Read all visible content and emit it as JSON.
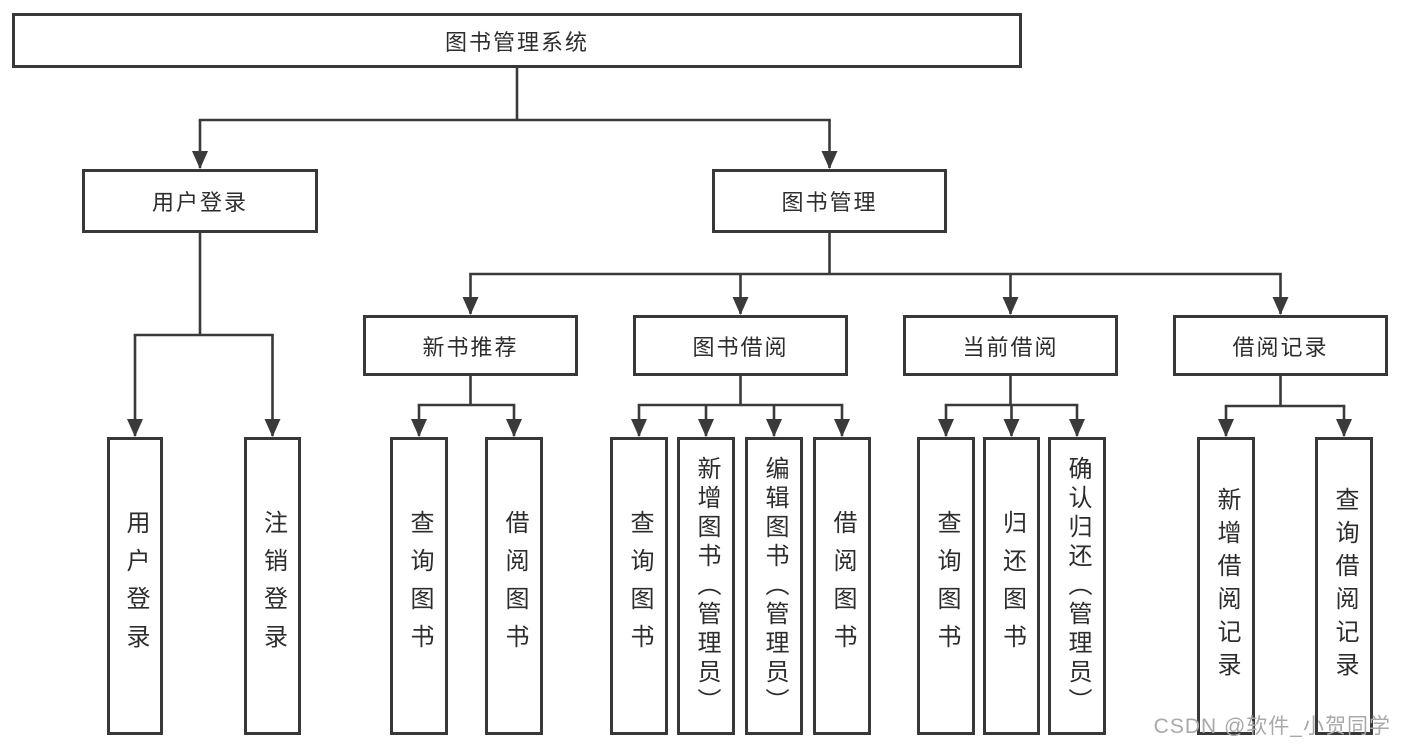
{
  "nodes": {
    "root": {
      "label": "图书管理系统",
      "children": [
        "user_login",
        "book_mgmt"
      ]
    },
    "user_login": {
      "label": "用户登录",
      "children": [
        "login",
        "logout"
      ]
    },
    "book_mgmt": {
      "label": "图书管理",
      "children": [
        "new_book_rec",
        "book_borrow",
        "current_borrow",
        "borrow_records"
      ]
    },
    "new_book_rec": {
      "label": "新书推荐",
      "children": [
        "nb_query",
        "nb_borrow"
      ]
    },
    "book_borrow": {
      "label": "图书借阅",
      "children": [
        "bb_query",
        "bb_add",
        "bb_edit",
        "bb_borrow"
      ]
    },
    "current_borrow": {
      "label": "当前借阅",
      "children": [
        "cb_query",
        "cb_return",
        "cb_confirm"
      ]
    },
    "borrow_records": {
      "label": "借阅记录",
      "children": [
        "br_add",
        "br_query"
      ]
    },
    "login": {
      "label": "用户登录"
    },
    "logout": {
      "label": "注销登录"
    },
    "nb_query": {
      "label": "查询图书"
    },
    "nb_borrow": {
      "label": "借阅图书"
    },
    "bb_query": {
      "label": "查询图书"
    },
    "bb_add": {
      "label": "新增图书（管理员）"
    },
    "bb_edit": {
      "label": "编辑图书（管理员）"
    },
    "bb_borrow": {
      "label": "借阅图书"
    },
    "cb_query": {
      "label": "查询图书"
    },
    "cb_return": {
      "label": "归还图书"
    },
    "cb_confirm": {
      "label": "确认归还（管理员）"
    },
    "br_add": {
      "label": "新增借阅记录"
    },
    "br_query": {
      "label": "查询借阅记录"
    }
  },
  "watermark": "CSDN @软件_小贺同学",
  "colors": {
    "line": "#3a3a3a",
    "border": "#383838",
    "text": "#2d2d2d",
    "watermark": "#a9a9a9",
    "background": "#ffffff"
  }
}
